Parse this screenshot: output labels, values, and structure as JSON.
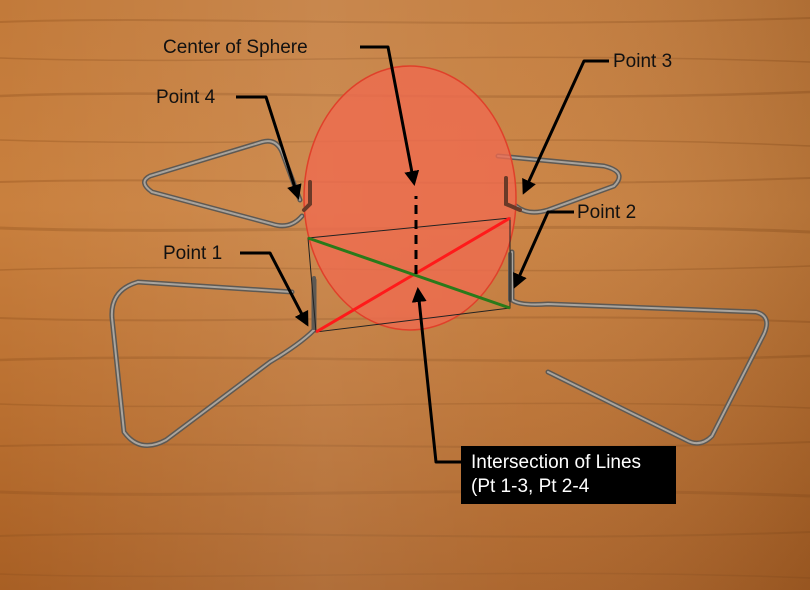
{
  "labels": {
    "center_of_sphere": "Center of Sphere",
    "point_1": "Point 1",
    "point_2": "Point 2",
    "point_3": "Point 3",
    "point_4": "Point 4",
    "intersection_line1": "Intersection of Lines",
    "intersection_line2": "(Pt 1-3, Pt 2-4"
  },
  "colors": {
    "sphere_fill": "#f06a50",
    "sphere_edge": "#e0402a",
    "line_1_3": "#ff1a1a",
    "line_2_4": "#2a7a1a",
    "wire": "#7d7872",
    "label_box": "#000000",
    "label_box_text": "#ffffff"
  }
}
